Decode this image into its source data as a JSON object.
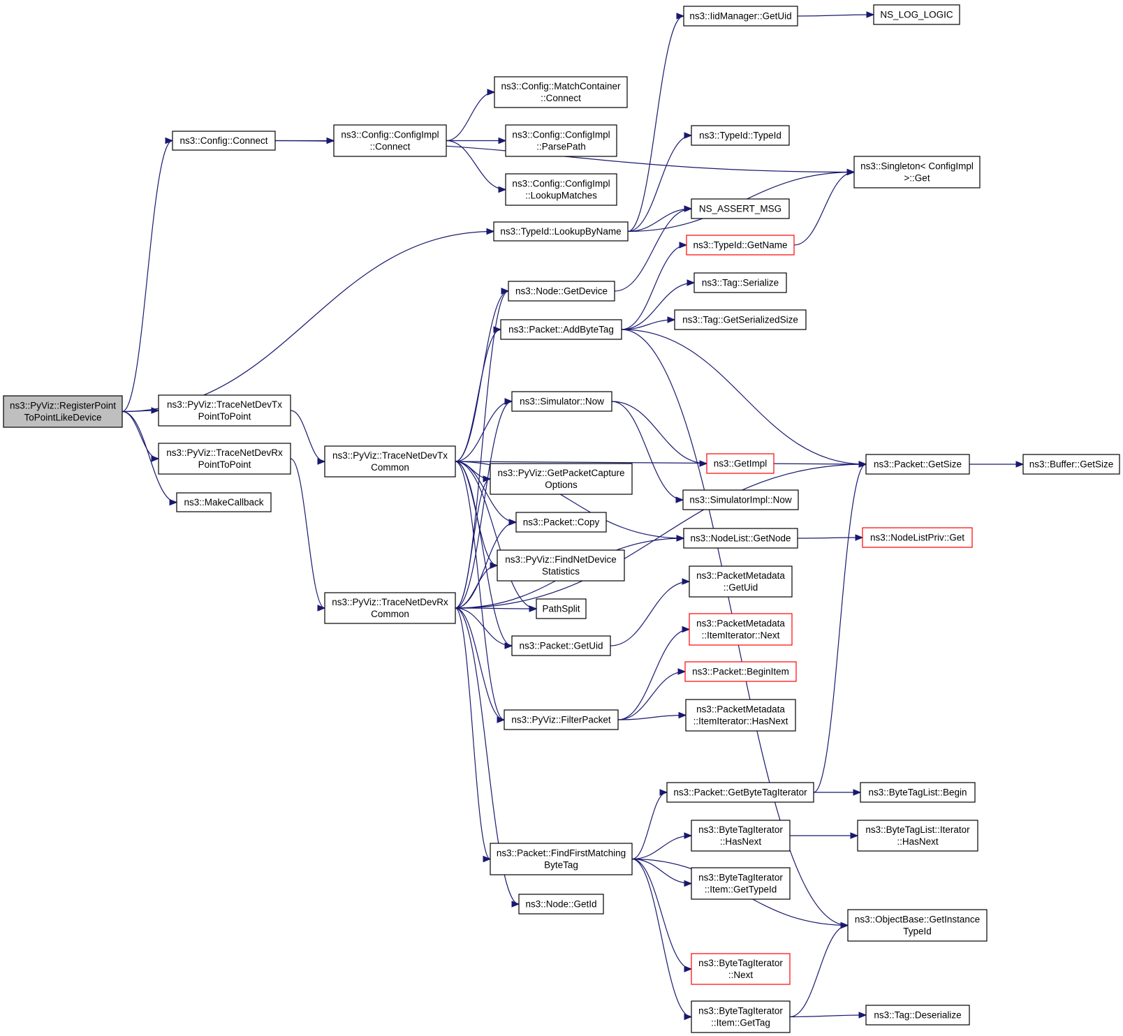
{
  "graph": {
    "nodes": [
      {
        "id": "n1",
        "lines": [
          "ns3::PyViz::RegisterPoint",
          "ToPointLikeDevice"
        ],
        "root": true
      },
      {
        "id": "n2",
        "lines": [
          "ns3::Config::Connect"
        ]
      },
      {
        "id": "n3",
        "lines": [
          "ns3::PyViz::TraceNetDevTx",
          "PointToPoint"
        ]
      },
      {
        "id": "n4",
        "lines": [
          "ns3::PyViz::TraceNetDevRx",
          "PointToPoint"
        ]
      },
      {
        "id": "n5",
        "lines": [
          "ns3::MakeCallback"
        ]
      },
      {
        "id": "n6",
        "lines": [
          "ns3::Config::ConfigImpl",
          "::Connect"
        ]
      },
      {
        "id": "n7",
        "lines": [
          "ns3::TypeId::LookupByName"
        ]
      },
      {
        "id": "n8",
        "lines": [
          "ns3::PyViz::TraceNetDevTx",
          "Common"
        ]
      },
      {
        "id": "n9",
        "lines": [
          "ns3::PyViz::TraceNetDevRx",
          "Common"
        ]
      },
      {
        "id": "n10",
        "lines": [
          "ns3::Config::MatchContainer",
          "::Connect"
        ]
      },
      {
        "id": "n11",
        "lines": [
          "ns3::Config::ConfigImpl",
          "::ParsePath"
        ]
      },
      {
        "id": "n12",
        "lines": [
          "ns3::Config::ConfigImpl",
          "::LookupMatches"
        ]
      },
      {
        "id": "n13",
        "lines": [
          "ns3::Node::GetDevice"
        ]
      },
      {
        "id": "n14",
        "lines": [
          "ns3::Packet::AddByteTag"
        ]
      },
      {
        "id": "n15",
        "lines": [
          "ns3::Simulator::Now"
        ]
      },
      {
        "id": "n16",
        "lines": [
          "ns3::PyViz::GetPacketCapture",
          "Options"
        ]
      },
      {
        "id": "n17",
        "lines": [
          "ns3::Packet::Copy"
        ]
      },
      {
        "id": "n18",
        "lines": [
          "ns3::PyViz::FindNetDevice",
          "Statistics"
        ]
      },
      {
        "id": "n19",
        "lines": [
          "PathSplit"
        ]
      },
      {
        "id": "n20",
        "lines": [
          "ns3::Packet::GetUid"
        ]
      },
      {
        "id": "n21",
        "lines": [
          "ns3::PyViz::FilterPacket"
        ]
      },
      {
        "id": "n22",
        "lines": [
          "ns3::Packet::FindFirstMatching",
          "ByteTag"
        ]
      },
      {
        "id": "n23",
        "lines": [
          "ns3::Node::GetId"
        ]
      },
      {
        "id": "n24",
        "lines": [
          "ns3::IidManager::GetUid"
        ]
      },
      {
        "id": "n25",
        "lines": [
          "ns3::TypeId::TypeId"
        ]
      },
      {
        "id": "n26",
        "lines": [
          "NS_ASSERT_MSG"
        ]
      },
      {
        "id": "n27",
        "lines": [
          "ns3::TypeId::GetName"
        ],
        "red": true
      },
      {
        "id": "n28",
        "lines": [
          "ns3::Tag::Serialize"
        ]
      },
      {
        "id": "n29",
        "lines": [
          "ns3::Tag::GetSerializedSize"
        ]
      },
      {
        "id": "n30",
        "lines": [
          "ns3::GetImpl"
        ],
        "red": true
      },
      {
        "id": "n31",
        "lines": [
          "ns3::SimulatorImpl::Now"
        ]
      },
      {
        "id": "n32",
        "lines": [
          "ns3::NodeList::GetNode"
        ]
      },
      {
        "id": "n33",
        "lines": [
          "ns3::PacketMetadata",
          "::GetUid"
        ]
      },
      {
        "id": "n34",
        "lines": [
          "ns3::PacketMetadata",
          "::ItemIterator::Next"
        ],
        "red": true
      },
      {
        "id": "n35",
        "lines": [
          "ns3::Packet::BeginItem"
        ],
        "red": true
      },
      {
        "id": "n36",
        "lines": [
          "ns3::PacketMetadata",
          "::ItemIterator::HasNext"
        ]
      },
      {
        "id": "n37",
        "lines": [
          "ns3::Packet::GetByteTagIterator"
        ]
      },
      {
        "id": "n38",
        "lines": [
          "ns3::ByteTagIterator",
          "::HasNext"
        ]
      },
      {
        "id": "n39",
        "lines": [
          "ns3::ByteTagIterator",
          "::Item::GetTypeId"
        ]
      },
      {
        "id": "n40",
        "lines": [
          "ns3::ByteTagIterator",
          "::Next"
        ],
        "red": true
      },
      {
        "id": "n41",
        "lines": [
          "ns3::ByteTagIterator",
          "::Item::GetTag"
        ]
      },
      {
        "id": "n42",
        "lines": [
          "NS_LOG_LOGIC"
        ]
      },
      {
        "id": "n43",
        "lines": [
          "ns3::Singleton< ConfigImpl",
          " >::Get"
        ]
      },
      {
        "id": "n44",
        "lines": [
          "ns3::Packet::GetSize"
        ]
      },
      {
        "id": "n45",
        "lines": [
          "ns3::NodeListPriv::Get"
        ],
        "red": true
      },
      {
        "id": "n46",
        "lines": [
          "ns3::ByteTagList::Begin"
        ]
      },
      {
        "id": "n47",
        "lines": [
          "ns3::ByteTagList::Iterator",
          "::HasNext"
        ]
      },
      {
        "id": "n48",
        "lines": [
          "ns3::ObjectBase::GetInstance",
          "TypeId"
        ]
      },
      {
        "id": "n49",
        "lines": [
          "ns3::Tag::Deserialize"
        ]
      },
      {
        "id": "n50",
        "lines": [
          "ns3::Buffer::GetSize"
        ]
      }
    ],
    "edges": [
      [
        "n1",
        "n2"
      ],
      [
        "n1",
        "n3"
      ],
      [
        "n1",
        "n4"
      ],
      [
        "n1",
        "n5"
      ],
      [
        "n1",
        "n7"
      ],
      [
        "n2",
        "n6"
      ],
      [
        "n2",
        "n43"
      ],
      [
        "n6",
        "n10"
      ],
      [
        "n6",
        "n11"
      ],
      [
        "n6",
        "n12"
      ],
      [
        "n7",
        "n24"
      ],
      [
        "n7",
        "n25"
      ],
      [
        "n7",
        "n43"
      ],
      [
        "n7",
        "n26"
      ],
      [
        "n3",
        "n8"
      ],
      [
        "n4",
        "n9"
      ],
      [
        "n8",
        "n13"
      ],
      [
        "n8",
        "n14"
      ],
      [
        "n8",
        "n44"
      ],
      [
        "n8",
        "n15"
      ],
      [
        "n8",
        "n32"
      ],
      [
        "n8",
        "n16"
      ],
      [
        "n8",
        "n17"
      ],
      [
        "n8",
        "n18"
      ],
      [
        "n8",
        "n19"
      ],
      [
        "n8",
        "n20"
      ],
      [
        "n8",
        "n21"
      ],
      [
        "n9",
        "n13"
      ],
      [
        "n9",
        "n15"
      ],
      [
        "n9",
        "n16"
      ],
      [
        "n9",
        "n17"
      ],
      [
        "n9",
        "n18"
      ],
      [
        "n9",
        "n19"
      ],
      [
        "n9",
        "n20"
      ],
      [
        "n9",
        "n21"
      ],
      [
        "n9",
        "n32"
      ],
      [
        "n9",
        "n44"
      ],
      [
        "n9",
        "n22"
      ],
      [
        "n9",
        "n23"
      ],
      [
        "n13",
        "n26"
      ],
      [
        "n14",
        "n27"
      ],
      [
        "n14",
        "n28"
      ],
      [
        "n14",
        "n29"
      ],
      [
        "n14",
        "n44"
      ],
      [
        "n14",
        "n48"
      ],
      [
        "n27",
        "n43"
      ],
      [
        "n15",
        "n30"
      ],
      [
        "n15",
        "n31"
      ],
      [
        "n32",
        "n45"
      ],
      [
        "n20",
        "n33"
      ],
      [
        "n21",
        "n34"
      ],
      [
        "n21",
        "n35"
      ],
      [
        "n21",
        "n36"
      ],
      [
        "n22",
        "n37"
      ],
      [
        "n22",
        "n38"
      ],
      [
        "n22",
        "n39"
      ],
      [
        "n22",
        "n48"
      ],
      [
        "n22",
        "n40"
      ],
      [
        "n22",
        "n41"
      ],
      [
        "n37",
        "n46"
      ],
      [
        "n37",
        "n44"
      ],
      [
        "n38",
        "n47"
      ],
      [
        "n41",
        "n49"
      ],
      [
        "n41",
        "n48"
      ],
      [
        "n24",
        "n42"
      ],
      [
        "n44",
        "n50"
      ]
    ]
  }
}
